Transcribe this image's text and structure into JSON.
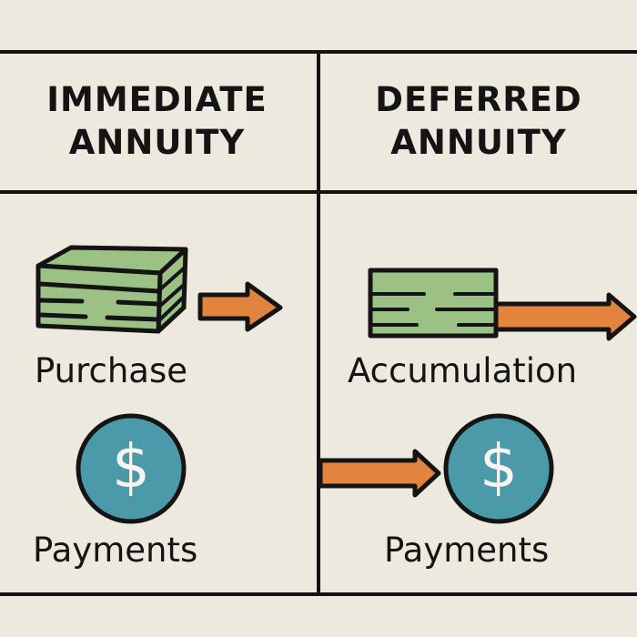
{
  "colors": {
    "background": "#ede9df",
    "ink": "#141414",
    "money_green": "#9bc184",
    "arrow_orange": "#e3843e",
    "coin_teal": "#4a9aaa",
    "coin_symbol": "#f7f5ef"
  },
  "columns": [
    {
      "heading_line1": "IMMEDIATE",
      "heading_line2": "ANNUITY",
      "step1": {
        "icon": "money-stack-icon",
        "label": "Purchase"
      },
      "step2": {
        "icon": "dollar-coin-icon",
        "symbol": "$",
        "label": "Payments"
      }
    },
    {
      "heading_line1": "DEFERRED",
      "heading_line2": "ANNUITY",
      "step1": {
        "icon": "money-stack-icon",
        "label": "Accumulation"
      },
      "step2": {
        "icon": "dollar-coin-icon",
        "symbol": "$",
        "label": "Payments"
      }
    }
  ]
}
